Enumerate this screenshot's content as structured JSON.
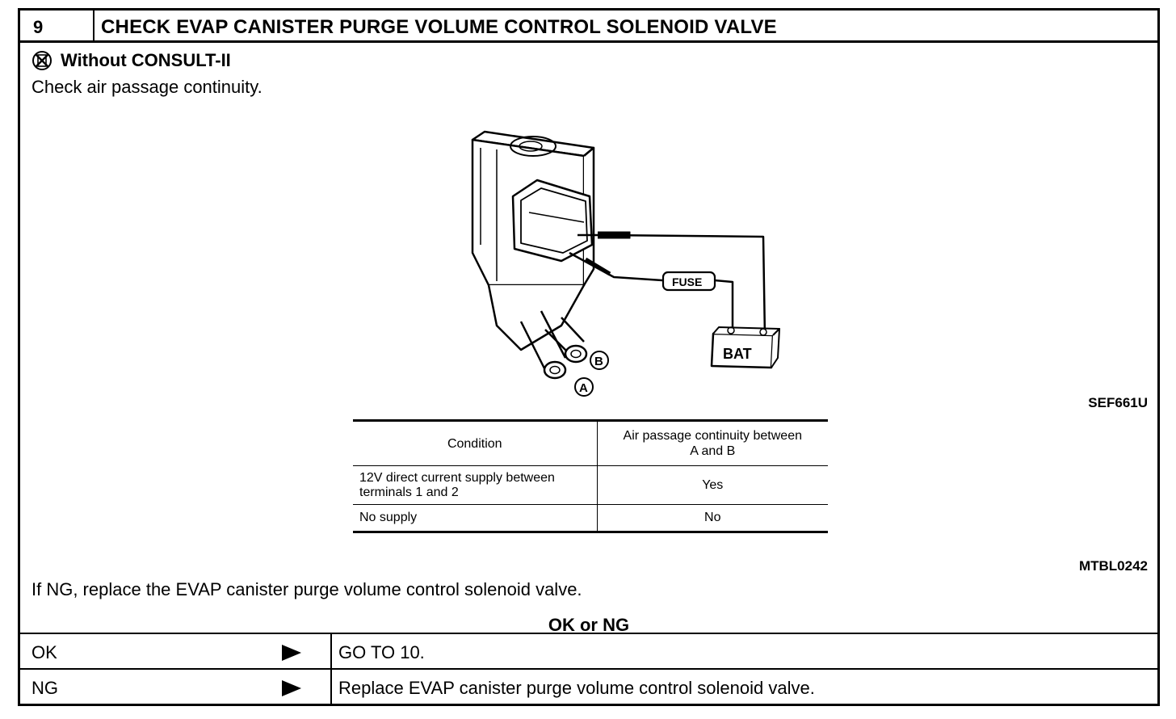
{
  "step": {
    "number": "9",
    "title": "CHECK EVAP CANISTER PURGE VOLUME CONTROL SOLENOID VALVE"
  },
  "subheading": "Without CONSULT-II",
  "instruction": "Check air passage continuity.",
  "diagram": {
    "fuse_label": "FUSE",
    "battery_label": "BAT",
    "port_a": "A",
    "port_b": "B",
    "figure_code": "SEF661U"
  },
  "condition_table": {
    "headers": [
      "Condition",
      "Air passage continuity between A and B"
    ],
    "rows": [
      [
        "12V direct current supply between terminals 1 and 2",
        "Yes"
      ],
      [
        "No supply",
        "No"
      ]
    ],
    "table_code": "MTBL0242"
  },
  "ng_instruction": "If NG, replace the EVAP canister purge volume control solenoid valve.",
  "question": "OK or NG",
  "results": [
    {
      "label": "OK",
      "action": "GO TO 10."
    },
    {
      "label": "NG",
      "action": "Replace EVAP canister purge volume control solenoid valve."
    }
  ]
}
